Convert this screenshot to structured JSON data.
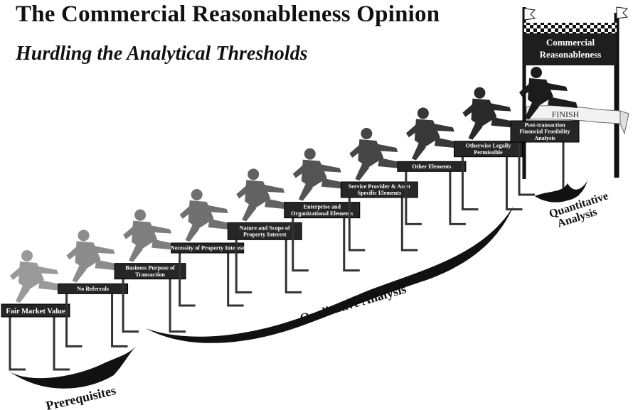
{
  "title": "The Commercial Reasonableness Opinion",
  "subtitle": "Hurdling the Analytical Thresholds",
  "finish_banner": {
    "line1": "Commercial",
    "line2": "Reasonableness"
  },
  "finish_tape": "FINISH",
  "hurdles": [
    {
      "lines": [
        "Fair Market Value"
      ]
    },
    {
      "lines": [
        "No Referrals"
      ]
    },
    {
      "lines": [
        "Business Purpose of",
        "Transaction"
      ]
    },
    {
      "lines": [
        "Necessity of Property Interest"
      ]
    },
    {
      "lines": [
        "Nature and Scope of",
        "Property Interest"
      ]
    },
    {
      "lines": [
        "Enterprise and",
        "Organizational Elements"
      ]
    },
    {
      "lines": [
        "Service Provider & Asset",
        "Specific Elements"
      ]
    },
    {
      "lines": [
        "Other Elements"
      ]
    },
    {
      "lines": [
        "Otherwise Legally",
        "Permissible"
      ]
    },
    {
      "lines": [
        "Post-transaction",
        "Financial Feasibility",
        "Analysis"
      ]
    }
  ],
  "groups": {
    "prerequisites": "Prerequisites",
    "qualitative": "Qualitative Analysis",
    "quantitative_line1": "Quantitative",
    "quantitative_line2": "Analysis"
  },
  "colors": {
    "board": "#262626",
    "legs": "#333333",
    "runner_light": "#9a9a9a",
    "runner_dark": "#1c1c1c"
  }
}
